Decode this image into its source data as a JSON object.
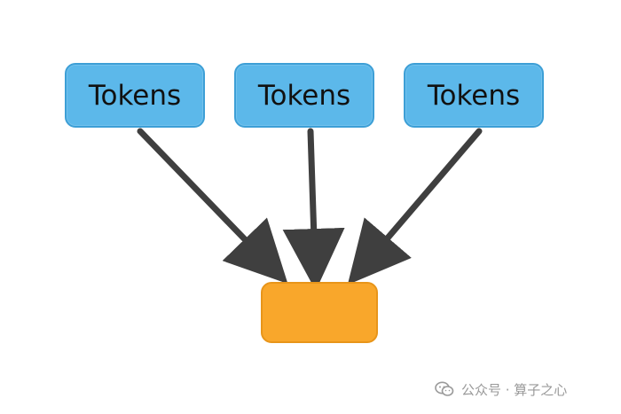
{
  "diagram": {
    "token_nodes": [
      {
        "label": "Tokens"
      },
      {
        "label": "Tokens"
      },
      {
        "label": "Tokens"
      }
    ],
    "output_node": {
      "label": ""
    },
    "edges": [
      {
        "from": "token-node-1",
        "to": "output-node"
      },
      {
        "from": "token-node-2",
        "to": "output-node"
      },
      {
        "from": "token-node-3",
        "to": "output-node"
      }
    ]
  },
  "colors": {
    "token_fill": "#5cb8ea",
    "token_border": "#3d9fd6",
    "output_fill": "#f9a72b",
    "arrow": "#3f3f3f"
  },
  "watermark": {
    "text": "公众号 · 算子之心",
    "icon": "wechat-icon"
  }
}
